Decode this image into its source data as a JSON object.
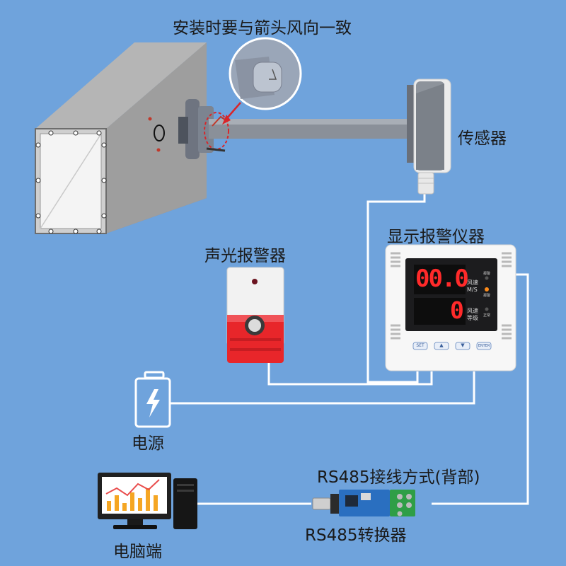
{
  "labels": {
    "install_note": "安装时要与箭头风向一致",
    "sensor": "传感器",
    "display_alarm": "显示报警仪器",
    "sound_light_alarm": "声光报警器",
    "power": "电源",
    "rs485_wiring": "RS485接线方式(背部)",
    "converter": "RS485转换器",
    "computer": "电脑端"
  },
  "display": {
    "top_value": "00.0",
    "top_label_1": "风速",
    "top_label_2": "M/S",
    "bottom_value": "0",
    "bottom_label_1": "风速",
    "bottom_label_2": "等级",
    "indicator_1": "报警",
    "indicator_2": "报警",
    "indicator_3": "正常",
    "buttons": [
      "SET",
      "▲",
      "▼",
      "ENTER"
    ]
  },
  "colors": {
    "background": "#6fa3dc",
    "wire": "#ffffff",
    "led": "#ff2a2a",
    "alarm_red": "#e8262a"
  }
}
